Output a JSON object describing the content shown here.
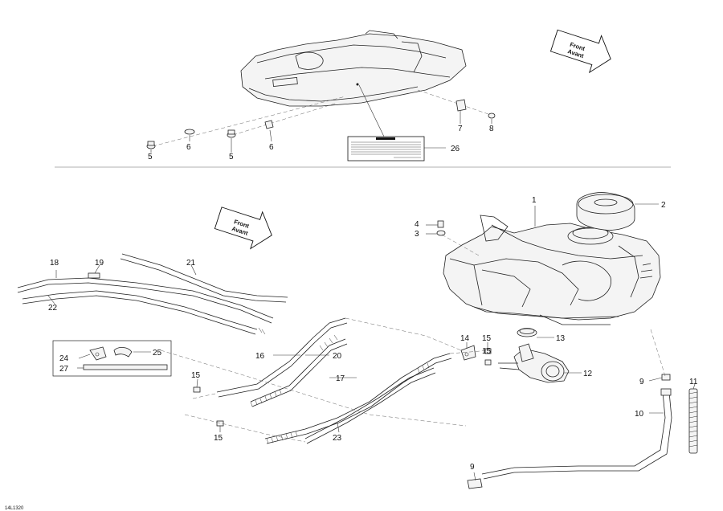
{
  "diagram": {
    "direction_arrows": [
      {
        "line1": "Front",
        "line2": "Avant"
      },
      {
        "line1": "Front",
        "line2": "Avant"
      }
    ],
    "callouts": {
      "c1": "1",
      "c2": "2",
      "c3": "3",
      "c4": "4",
      "c5a": "5",
      "c5b": "5",
      "c6a": "6",
      "c6b": "6",
      "c7": "7",
      "c8": "8",
      "c9a": "9",
      "c9b": "9",
      "c10": "10",
      "c11": "11",
      "c12": "12",
      "c13": "13",
      "c14": "14",
      "c15a": "15",
      "c15b": "15",
      "c15c": "15",
      "c15d": "15",
      "c16": "16",
      "c17": "17",
      "c18": "18",
      "c19": "19",
      "c20": "20",
      "c21": "21",
      "c22": "22",
      "c23": "23",
      "c24": "24",
      "c25": "25",
      "c26": "26",
      "c27": "27"
    },
    "drawing_code": "14L1320"
  }
}
